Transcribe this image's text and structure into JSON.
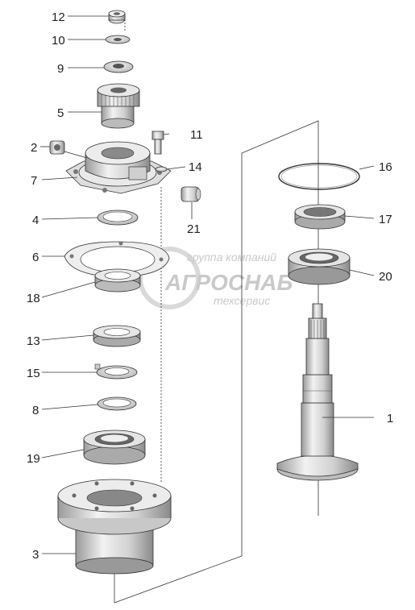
{
  "watermark": {
    "line1": "группа компаний",
    "line2": "АГРОСНАБ",
    "line3": "техсервис"
  },
  "callouts": [
    {
      "id": "12",
      "text": "12"
    },
    {
      "id": "10",
      "text": "10"
    },
    {
      "id": "9",
      "text": "9"
    },
    {
      "id": "5",
      "text": "5"
    },
    {
      "id": "2",
      "text": "2"
    },
    {
      "id": "7",
      "text": "7"
    },
    {
      "id": "11",
      "text": "11"
    },
    {
      "id": "14",
      "text": "14"
    },
    {
      "id": "21",
      "text": "21"
    },
    {
      "id": "4",
      "text": "4"
    },
    {
      "id": "6",
      "text": "6"
    },
    {
      "id": "18",
      "text": "18"
    },
    {
      "id": "13",
      "text": "13"
    },
    {
      "id": "15",
      "text": "15"
    },
    {
      "id": "8",
      "text": "8"
    },
    {
      "id": "19",
      "text": "19"
    },
    {
      "id": "3",
      "text": "3"
    },
    {
      "id": "16",
      "text": "16"
    },
    {
      "id": "17",
      "text": "17"
    },
    {
      "id": "20",
      "text": "20"
    },
    {
      "id": "1",
      "text": "1"
    }
  ],
  "colors": {
    "line": "#333333",
    "part": "#e6e6e6",
    "shade": "#b5b5b5",
    "dark": "#7a7a7a"
  }
}
